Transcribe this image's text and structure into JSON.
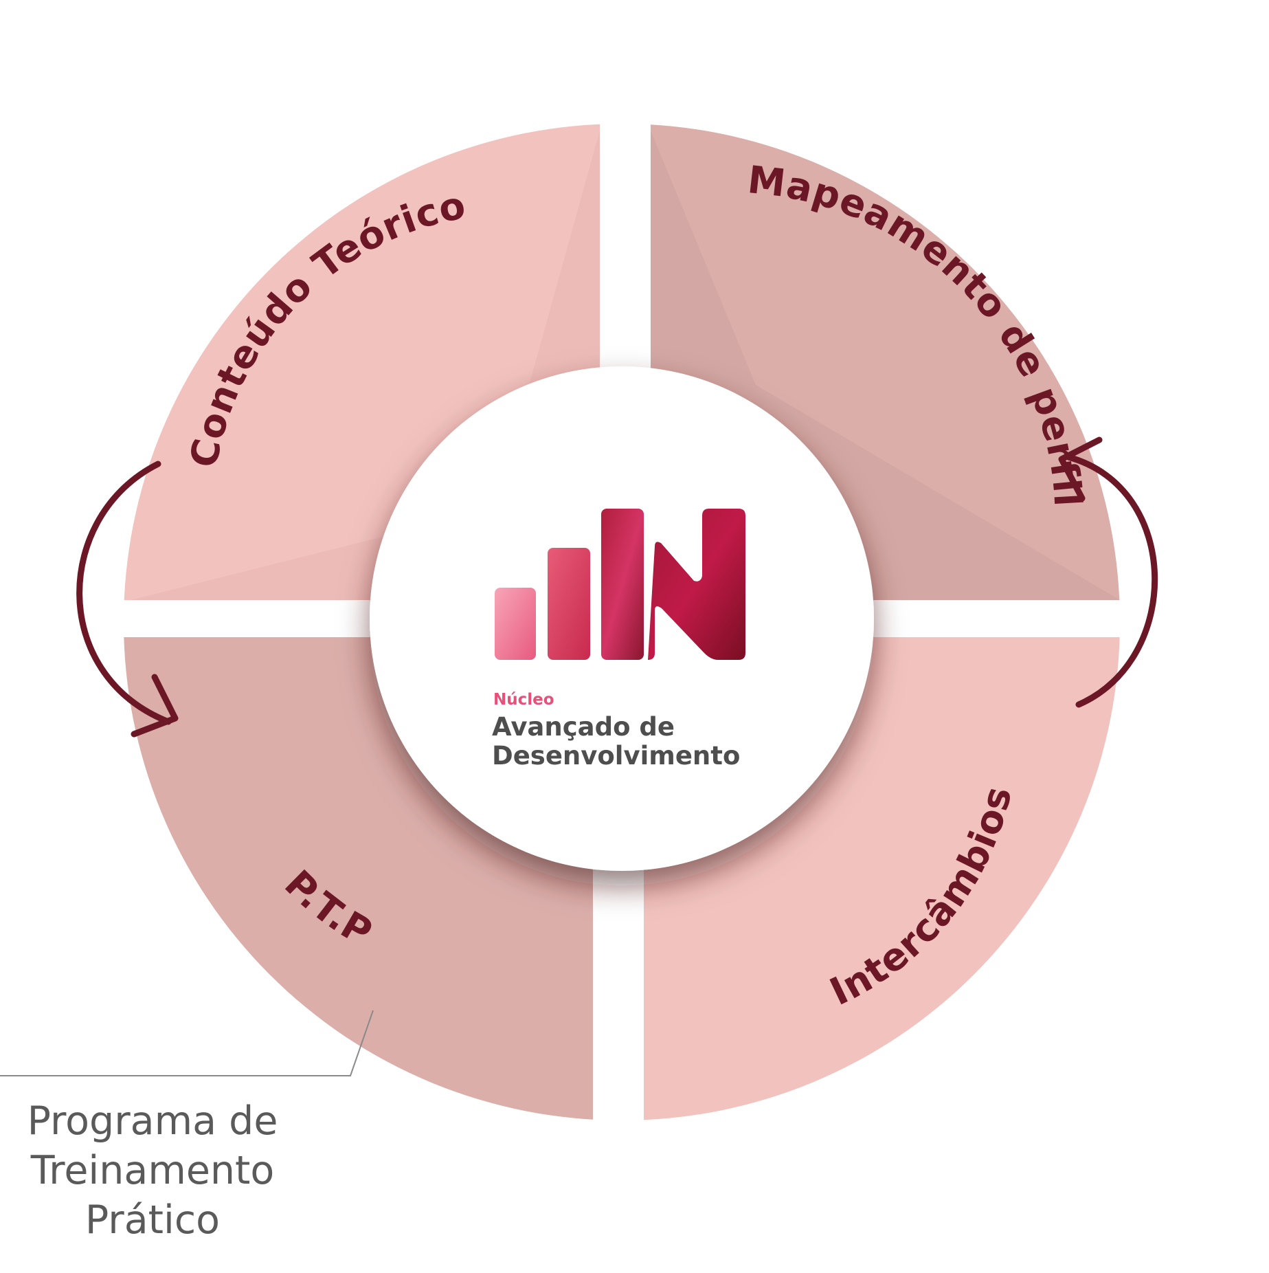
{
  "diagram": {
    "quadrants": [
      {
        "id": "top-left",
        "label": "Conteúdo Teórico",
        "color": "#f2c2be"
      },
      {
        "id": "top-right",
        "label": "Mapeamento de perfil",
        "color": "#dbaeaa"
      },
      {
        "id": "bottom-left",
        "label": "P.T.P",
        "color": "#dbaeaa"
      },
      {
        "id": "bottom-right",
        "label": "Intercâmbios",
        "color": "#f2c2be"
      }
    ],
    "arrow_color": "#6b1726"
  },
  "logo": {
    "line1": "Núcleo",
    "line2": "Avançado de",
    "line3": "Desenvolvimento",
    "accent_color": "#e8507a",
    "text_color": "#4e4e4e"
  },
  "footnote": {
    "line1": "Programa de",
    "line2": "Treinamento",
    "line3": "Prático"
  }
}
